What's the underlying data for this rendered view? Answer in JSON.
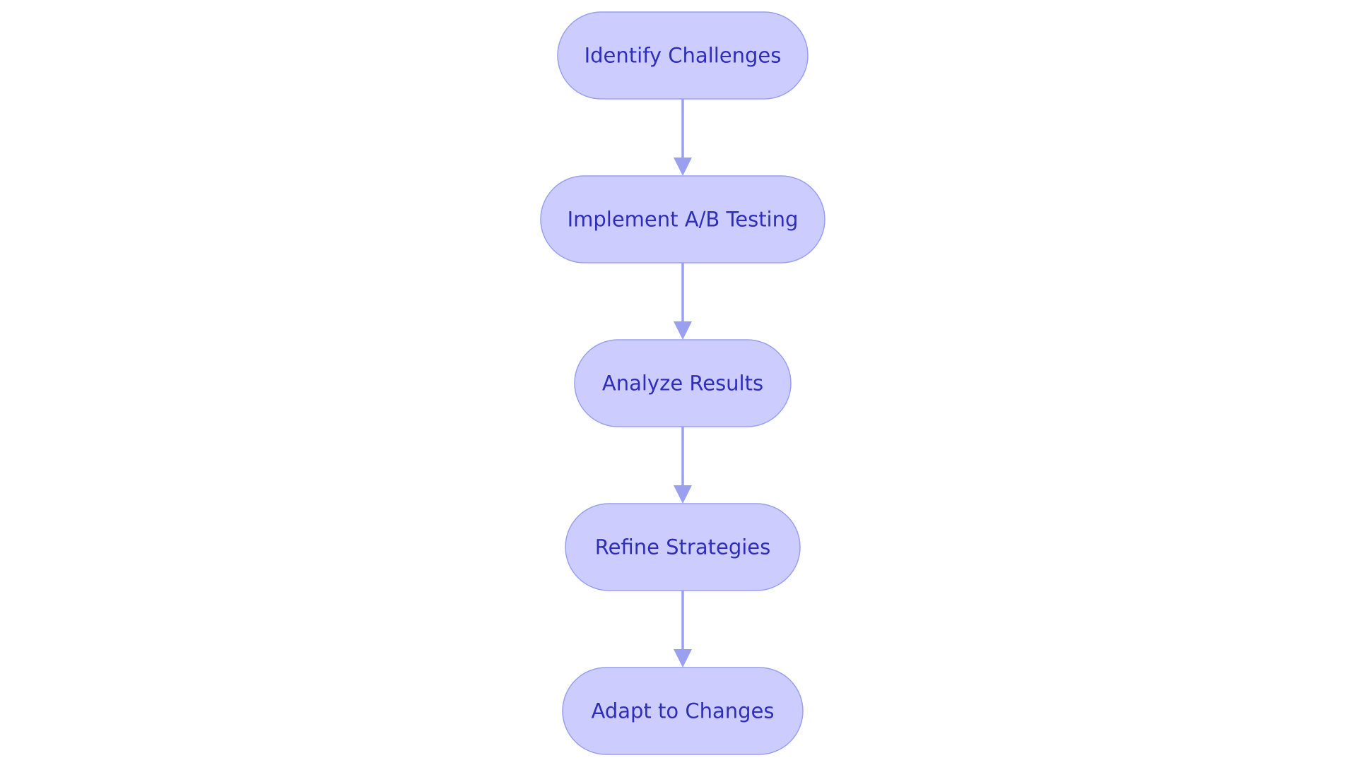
{
  "diagram": {
    "type": "flowchart",
    "direction": "top-to-bottom",
    "colors": {
      "node_fill": "#CCCCFF",
      "node_stroke": "#9A9FF0",
      "node_text": "#2E2EB8",
      "edge": "#9A9FF0",
      "background": "#FFFFFF"
    },
    "nodes": [
      {
        "id": "identify",
        "label": "Identify Challenges"
      },
      {
        "id": "implement",
        "label": "Implement A/B Testing"
      },
      {
        "id": "analyze",
        "label": "Analyze Results"
      },
      {
        "id": "refine",
        "label": "Refine Strategies"
      },
      {
        "id": "adapt",
        "label": "Adapt to Changes"
      }
    ],
    "edges": [
      {
        "from": "identify",
        "to": "implement"
      },
      {
        "from": "implement",
        "to": "analyze"
      },
      {
        "from": "analyze",
        "to": "refine"
      },
      {
        "from": "refine",
        "to": "adapt"
      }
    ]
  }
}
